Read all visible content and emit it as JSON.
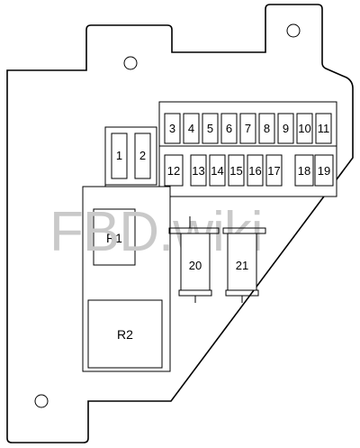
{
  "watermark": "FBD.wiki",
  "fuses_top": [
    "3",
    "4",
    "5",
    "6",
    "7",
    "8",
    "9",
    "10",
    "11"
  ],
  "fuses_bottom": [
    "12",
    "13",
    "14",
    "15",
    "16",
    "17",
    "18",
    "19"
  ],
  "fuses_small": [
    "1",
    "2"
  ],
  "relays_large": [
    "R1",
    "R2"
  ],
  "relays_mini": [
    "20",
    "21"
  ]
}
